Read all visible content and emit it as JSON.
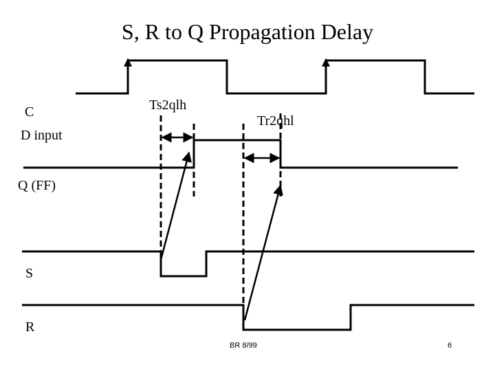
{
  "slide": {
    "title": "S, R to Q Propagation Delay",
    "footer": "BR 8/99",
    "page_number": "6"
  },
  "labels": {
    "clock": "C",
    "d_input": "D input",
    "q_ff": "Q (FF)",
    "s": "S",
    "r": "R",
    "ts2qlh": "Ts2qlh",
    "tr2qhl": "Tr2qhl"
  },
  "colors": {
    "ink": "#000000",
    "background": "#ffffff"
  }
}
